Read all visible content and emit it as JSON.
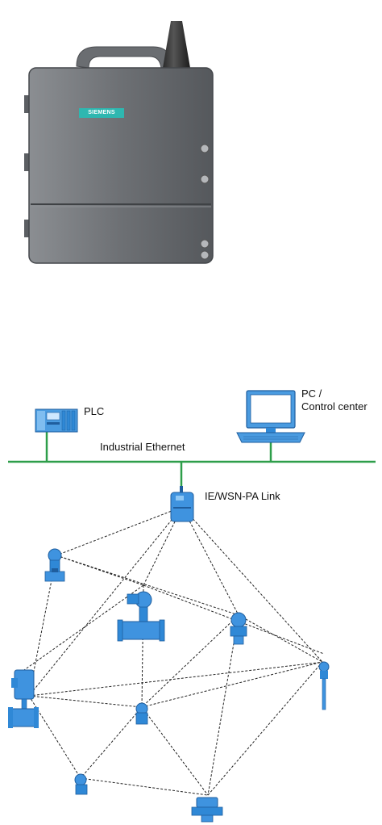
{
  "device_photo": {
    "brand": "SIEMENS"
  },
  "diagram": {
    "plc_label": "PLC",
    "pc_label_line1": "PC /",
    "pc_label_line2": "Control center",
    "bus_label": "Industrial Ethernet",
    "gateway_label": "IE/WSN-PA Link"
  },
  "colors": {
    "bus": "#2e9e4a",
    "device": "#2f88d6",
    "device_dark": "#1f5e9e",
    "enclosure": "#707377",
    "mesh_line": "#222222"
  }
}
